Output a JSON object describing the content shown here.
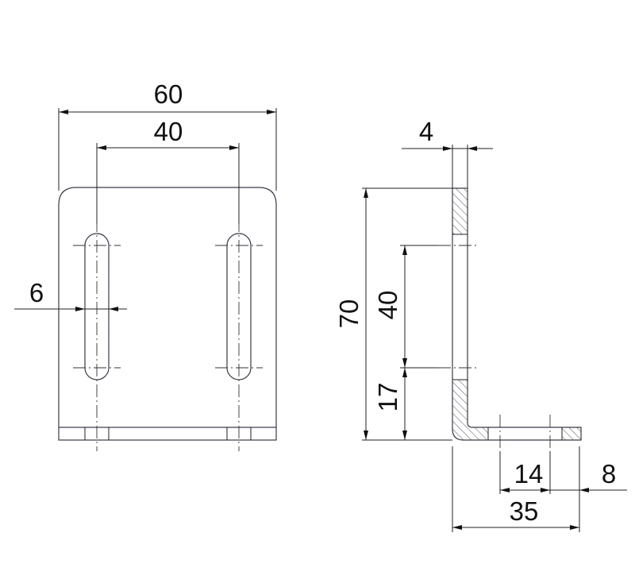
{
  "front_view": {
    "overall_width": "60",
    "slot_spacing": "40",
    "slot_width": "6"
  },
  "side_view": {
    "thickness": "4",
    "height": "70",
    "slot_length": "40",
    "slot_offset": "17",
    "base_length": "35",
    "hole_offset": "14",
    "hole_width": "8"
  },
  "colors": {
    "outline": "#3a3a48",
    "dimension": "#222222",
    "hatch": "#555555"
  }
}
